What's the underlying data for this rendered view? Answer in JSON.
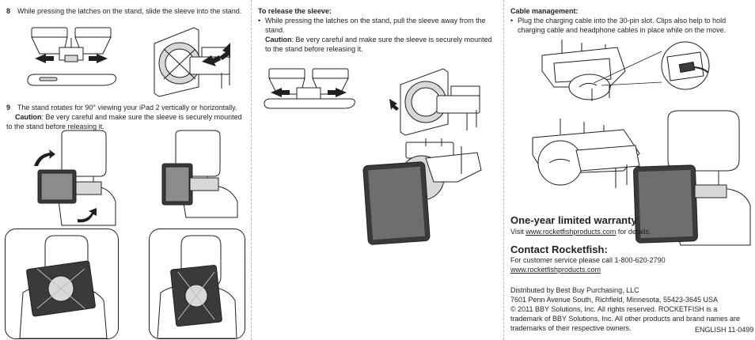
{
  "col1": {
    "step8": {
      "num": "8",
      "text": "While pressing the latches on the stand, slide the sleeve into the stand."
    },
    "step9": {
      "num": "9",
      "text": "The stand rotates for 90° viewing your iPad 2 vertically or horizontally.",
      "caution_label": "Caution",
      "caution_text": ": Be very careful and make sure the sleeve is securely mounted to the stand before releasing it."
    }
  },
  "col2": {
    "title": "To release the sleeve:",
    "bullet": "•",
    "text": "While pressing the latches on the stand, pull the sleeve away from the stand.",
    "caution_label": "Caution",
    "caution_text": ": Be very careful and make sure the sleeve is securely mounted to the stand before releasing it."
  },
  "col3": {
    "cable_title": "Cable management:",
    "bullet": "•",
    "cable_text": "Plug the charging cable into the 30-pin slot. Clips also help to hold charging cable and headphone cables in place while on the move.",
    "warranty_heading": "One-year limited warranty",
    "warranty_visit": "Visit",
    "warranty_link": "www.rocketfishproducts.com",
    "warranty_suffix": "for details.",
    "contact_heading": "Contact Rocketfish:",
    "contact_text": "For customer service please call 1-800-620-2790",
    "contact_link": "www.rocketfishproducts.com",
    "distributed": "Distributed by Best Buy Purchasing, LLC",
    "address": "7601 Penn Avenue South, Richfield, Minnesota, 55423-3645 USA",
    "copyright": "© 2011 BBY Solutions, Inc. All rights reserved. ROCKETFISH is a trademark of BBY Solutions, Inc. All other products and brand names are trademarks of their respective owners.",
    "footer": "ENGLISH 11-0499"
  }
}
